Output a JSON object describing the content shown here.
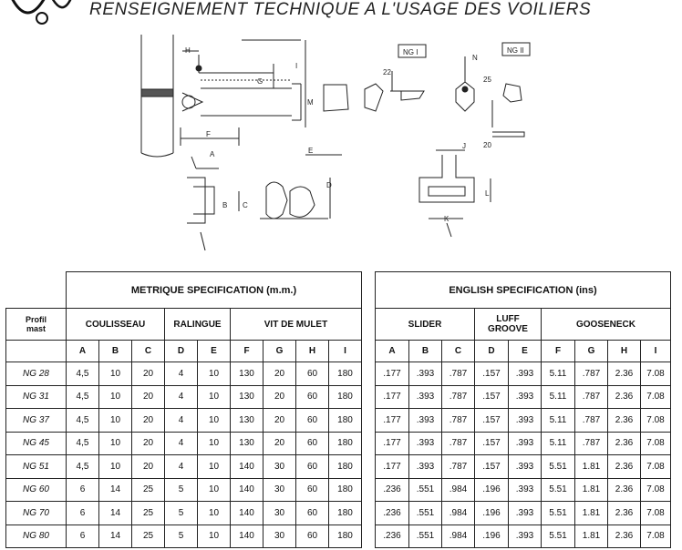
{
  "title": "RENSEIGNEMENT TECHNIQUE A L'USAGE DES VOILIERS",
  "drawing": {
    "labels": {
      "H": "H",
      "G": "G",
      "I": "I",
      "M": "M",
      "F": "F",
      "A": "A",
      "B": "B",
      "C": "C",
      "D": "D",
      "E": "E",
      "N": "N",
      "J": "J",
      "L": "L",
      "K": "K",
      "ng1": "NG I",
      "ng2": "NG II",
      "dim22": "22",
      "dim25": "25",
      "dim20": "20"
    }
  },
  "metric": {
    "title": "METRIQUE SPECIFICATION (m.m.)",
    "profil_label": "Profil\nmast",
    "groups": [
      "COULISSEAU",
      "RALINGUE",
      "VIT DE MULET"
    ],
    "columns": [
      "A",
      "B",
      "C",
      "D",
      "E",
      "F",
      "G",
      "H",
      "I"
    ]
  },
  "english": {
    "title": "ENGLISH SPECIFICATION (ins)",
    "groups": [
      "SLIDER",
      "LUFF GROOVE",
      "GOOSENECK"
    ],
    "columns": [
      "A",
      "B",
      "C",
      "D",
      "E",
      "F",
      "G",
      "H",
      "I"
    ]
  },
  "rows": [
    {
      "mast": "NG 28",
      "metric": [
        "4,5",
        "10",
        "20",
        "4",
        "10",
        "130",
        "20",
        "60",
        "180"
      ],
      "english": [
        ".177",
        ".393",
        ".787",
        ".157",
        ".393",
        "5.11",
        ".787",
        "2.36",
        "7.08"
      ]
    },
    {
      "mast": "NG 31",
      "metric": [
        "4,5",
        "10",
        "20",
        "4",
        "10",
        "130",
        "20",
        "60",
        "180"
      ],
      "english": [
        ".177",
        ".393",
        ".787",
        ".157",
        ".393",
        "5.11",
        ".787",
        "2.36",
        "7.08"
      ]
    },
    {
      "mast": "NG 37",
      "metric": [
        "4,5",
        "10",
        "20",
        "4",
        "10",
        "130",
        "20",
        "60",
        "180"
      ],
      "english": [
        ".177",
        ".393",
        ".787",
        ".157",
        ".393",
        "5.11",
        ".787",
        "2.36",
        "7.08"
      ]
    },
    {
      "mast": "NG 45",
      "metric": [
        "4,5",
        "10",
        "20",
        "4",
        "10",
        "130",
        "20",
        "60",
        "180"
      ],
      "english": [
        ".177",
        ".393",
        ".787",
        ".157",
        ".393",
        "5.11",
        ".787",
        "2.36",
        "7.08"
      ]
    },
    {
      "mast": "NG 51",
      "metric": [
        "4,5",
        "10",
        "20",
        "4",
        "10",
        "140",
        "30",
        "60",
        "180"
      ],
      "english": [
        ".177",
        ".393",
        ".787",
        ".157",
        ".393",
        "5.51",
        "1.81",
        "2.36",
        "7.08"
      ]
    },
    {
      "mast": "NG 60",
      "metric": [
        "6",
        "14",
        "25",
        "5",
        "10",
        "140",
        "30",
        "60",
        "180"
      ],
      "english": [
        ".236",
        ".551",
        ".984",
        ".196",
        ".393",
        "5.51",
        "1.81",
        "2.36",
        "7.08"
      ]
    },
    {
      "mast": "NG 70",
      "metric": [
        "6",
        "14",
        "25",
        "5",
        "10",
        "140",
        "30",
        "60",
        "180"
      ],
      "english": [
        ".236",
        ".551",
        ".984",
        ".196",
        ".393",
        "5.51",
        "1.81",
        "2.36",
        "7.08"
      ]
    },
    {
      "mast": "NG 80",
      "metric": [
        "6",
        "14",
        "25",
        "5",
        "10",
        "140",
        "30",
        "60",
        "180"
      ],
      "english": [
        ".236",
        ".551",
        ".984",
        ".196",
        ".393",
        "5.51",
        "1.81",
        "2.36",
        "7.08"
      ]
    }
  ]
}
